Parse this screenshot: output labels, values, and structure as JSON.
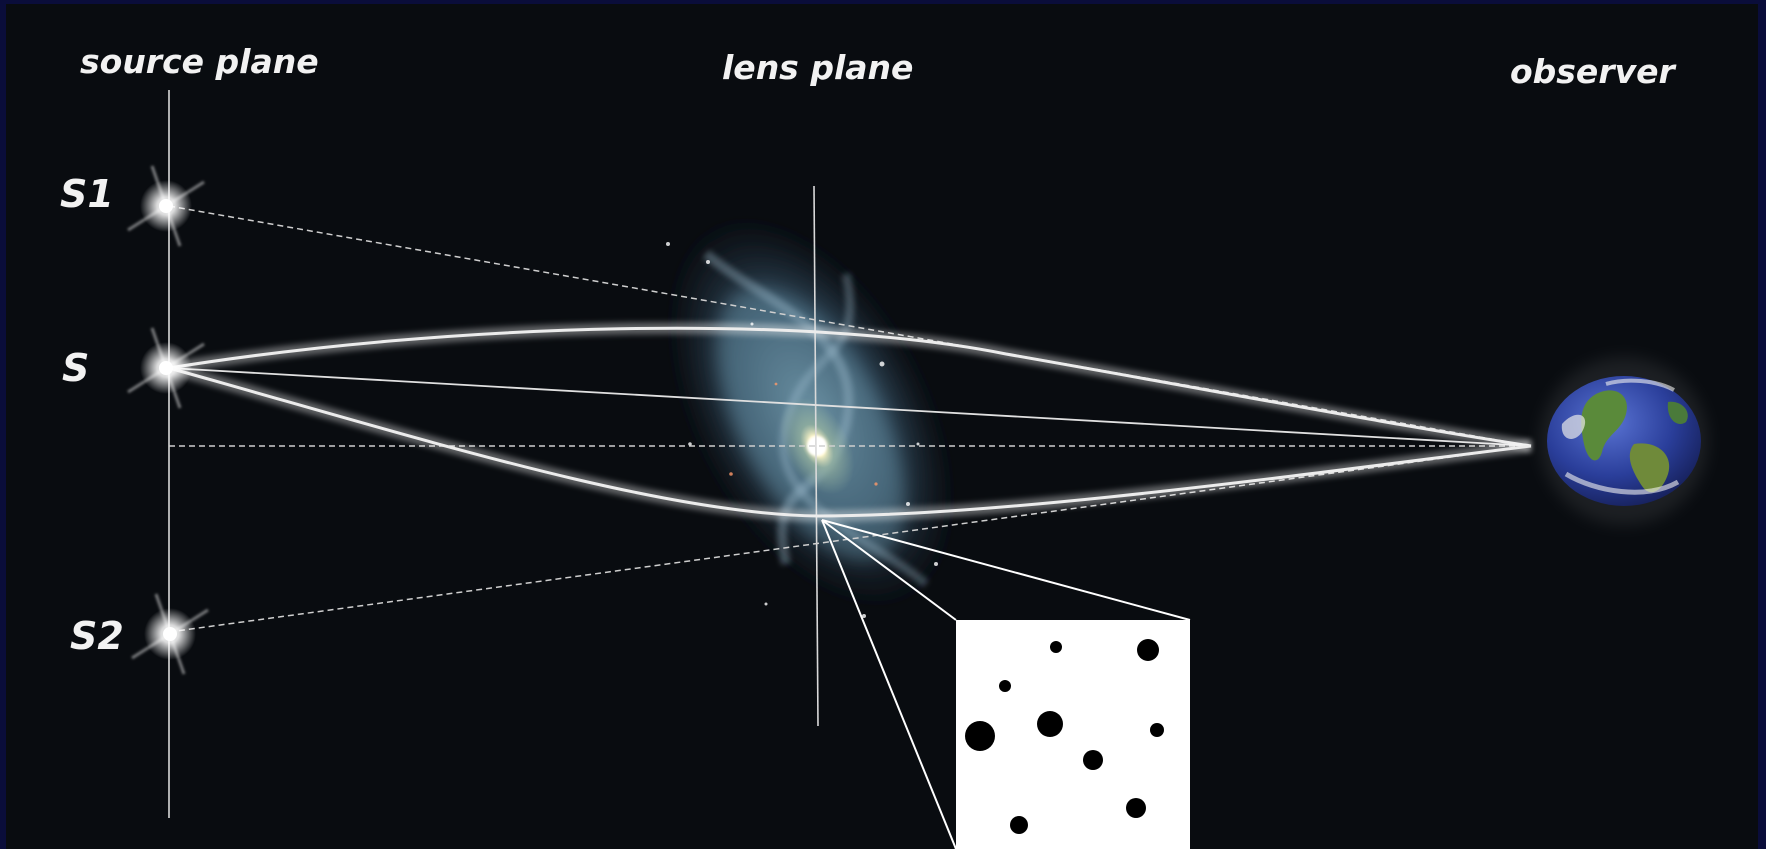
{
  "labels": {
    "source_plane": "source plane",
    "lens_plane": "lens plane",
    "observer": "observer",
    "source_s1": "S1",
    "source_s": "S",
    "source_s2": "S2"
  },
  "colors": {
    "border": "#0a0d3a",
    "background": "#090c10",
    "line": "#e6e6e6",
    "galaxy_core": "#fff6c8",
    "galaxy_halo": "#5f8fa8",
    "earth_ocean": "#2a3e9a",
    "earth_land": "#4a8a3a",
    "inset_bg": "#ffffff",
    "inset_dots": "#000000"
  },
  "icons": {
    "stars": "glowing-star-icon",
    "galaxy": "spiral-galaxy-icon",
    "earth": "earth-globe-icon"
  }
}
